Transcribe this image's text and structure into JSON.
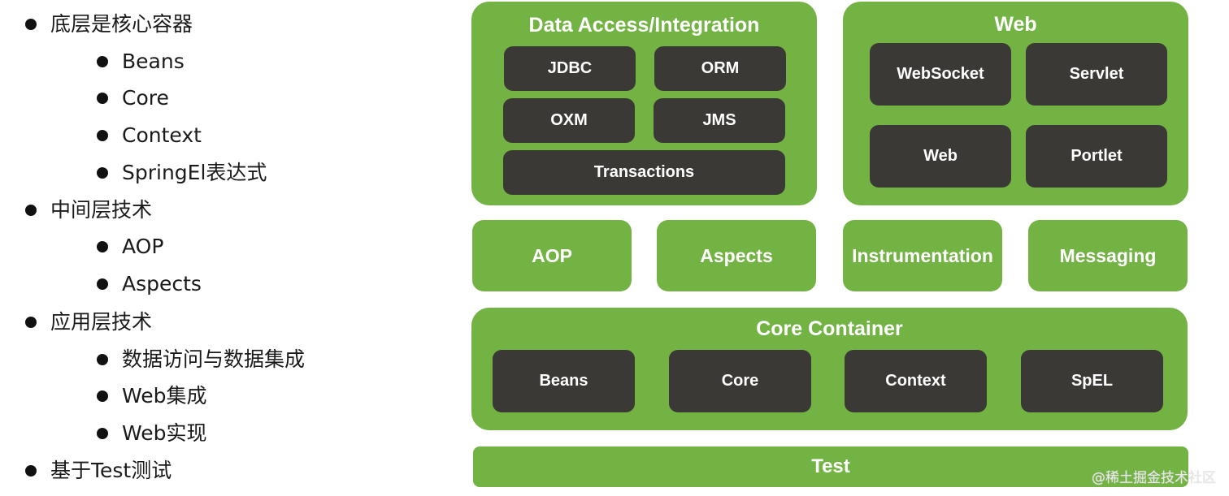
{
  "outline": {
    "item1": "底层是核心容器",
    "item1_1": "Beans",
    "item1_2": "Core",
    "item1_3": "Context",
    "item1_4": "SpringEl表达式",
    "item2": "中间层技术",
    "item2_1": "AOP",
    "item2_2": "Aspects",
    "item3": "应用层技术",
    "item3_1": "数据访问与数据集成",
    "item3_2": "Web集成",
    "item3_3": "Web实现",
    "item4": "基于Test测试"
  },
  "diagram": {
    "data_access": {
      "title": "Data Access/Integration",
      "jdbc": "JDBC",
      "orm": "ORM",
      "oxm": "OXM",
      "jms": "JMS",
      "transactions": "Transactions"
    },
    "web": {
      "title": "Web",
      "websocket": "WebSocket",
      "servlet": "Servlet",
      "web": "Web",
      "portlet": "Portlet"
    },
    "middle": {
      "aop": "AOP",
      "aspects": "Aspects",
      "instrumentation": "Instrumentation",
      "messaging": "Messaging"
    },
    "core_container": {
      "title": "Core Container",
      "beans": "Beans",
      "core": "Core",
      "context": "Context",
      "spel": "SpEL"
    },
    "test": "Test"
  },
  "watermark": "@稀土掘金技术社区",
  "colors": {
    "green": "#73b344",
    "dark_box": "#3b3935",
    "text_light": "#ffffff"
  }
}
